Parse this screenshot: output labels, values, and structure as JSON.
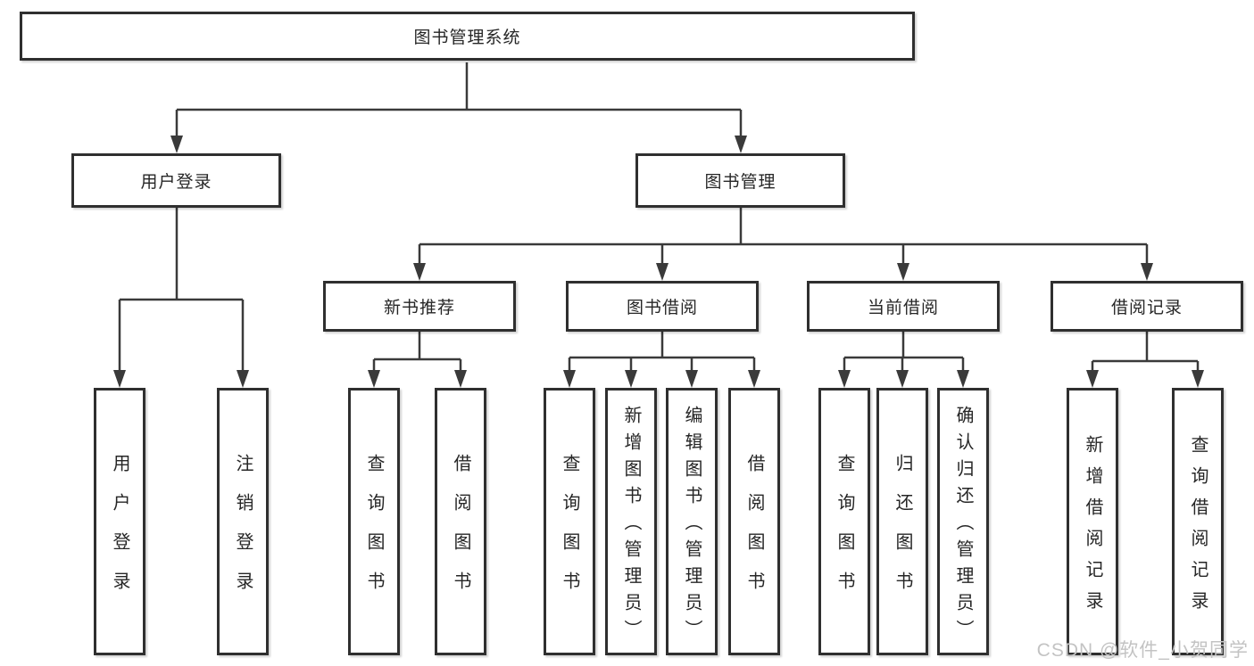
{
  "tree": {
    "root": {
      "label": "图书管理系统"
    },
    "branches": [
      {
        "label": "用户登录",
        "leaves": [
          {
            "label": "用户登录"
          },
          {
            "label": "注销登录"
          }
        ]
      },
      {
        "label": "图书管理",
        "groups": [
          {
            "label": "新书推荐",
            "leaves": [
              {
                "label": "查询图书"
              },
              {
                "label": "借阅图书"
              }
            ]
          },
          {
            "label": "图书借阅",
            "leaves": [
              {
                "label": "查询图书"
              },
              {
                "label": "新增图书（管理员）"
              },
              {
                "label": "编辑图书（管理员）"
              },
              {
                "label": "借阅图书"
              }
            ]
          },
          {
            "label": "当前借阅",
            "leaves": [
              {
                "label": "查询图书"
              },
              {
                "label": "归还图书"
              },
              {
                "label": "确认归还（管理员）"
              }
            ]
          },
          {
            "label": "借阅记录",
            "leaves": [
              {
                "label": "新增借阅记录"
              },
              {
                "label": "查询借阅记录"
              }
            ]
          }
        ]
      }
    ]
  },
  "watermark": {
    "text": "CSDN @软件_小贺同学"
  },
  "colors": {
    "line": "#3a3a3a",
    "box_border": "#2f2f2f",
    "text": "#262626",
    "watermark": "#c3c3c3",
    "background": "#ffffff"
  }
}
